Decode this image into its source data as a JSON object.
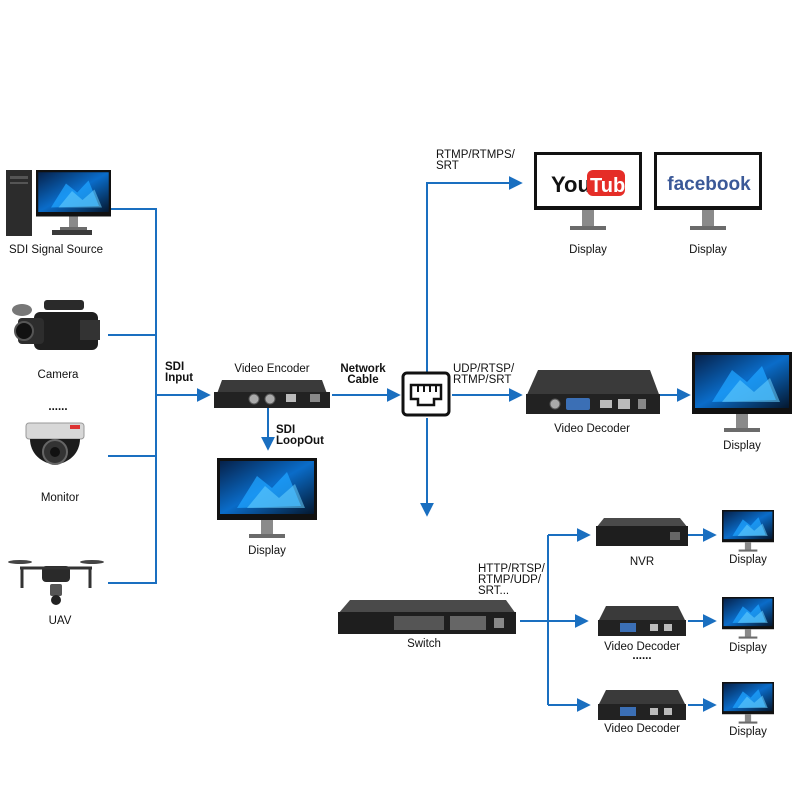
{
  "sources": {
    "sdi_signal_source": "SDI Signal Source",
    "camera": "Camera",
    "ellipsis": "......",
    "monitor": "Monitor",
    "uav": "UAV"
  },
  "links": {
    "sdi_input_1": "SDI",
    "sdi_input_2": "Input",
    "sdi_loopout_1": "SDI",
    "sdi_loopout_2": "LoopOut",
    "network_cable_1": "Network",
    "network_cable_2": "Cable",
    "rtmp_1": "RTMP/RTMPS/",
    "rtmp_2": "SRT",
    "udp_1": "UDP/RTSP/",
    "udp_2": "RTMP/SRT",
    "http_1": "HTTP/RTSP/",
    "http_2": "RTMP/UDP/",
    "http_3": "SRT..."
  },
  "devices": {
    "video_encoder": "Video Encoder",
    "video_decoder_main": "Video Decoder",
    "switch": "Switch",
    "nvr": "NVR",
    "video_decoder_2": "Video Decoder",
    "video_decoder_2_more": "......",
    "video_decoder_3": "Video Decoder"
  },
  "displays": {
    "youtube_display": "Display",
    "facebook_display": "Display",
    "loopout_display": "Display",
    "decoder_display": "Display",
    "nvr_display": "Display",
    "decoder2_display": "Display",
    "decoder3_display": "Display"
  },
  "logos": {
    "youtube_you": "You",
    "youtube_tube": "Tube",
    "facebook": "facebook"
  },
  "colors": {
    "line": "#1a6fc0",
    "device_body": "#2b2b2b",
    "screen_blue": "#0a5fb4",
    "youtube_red": "#e52d27",
    "facebook_blue": "#3b5998"
  }
}
